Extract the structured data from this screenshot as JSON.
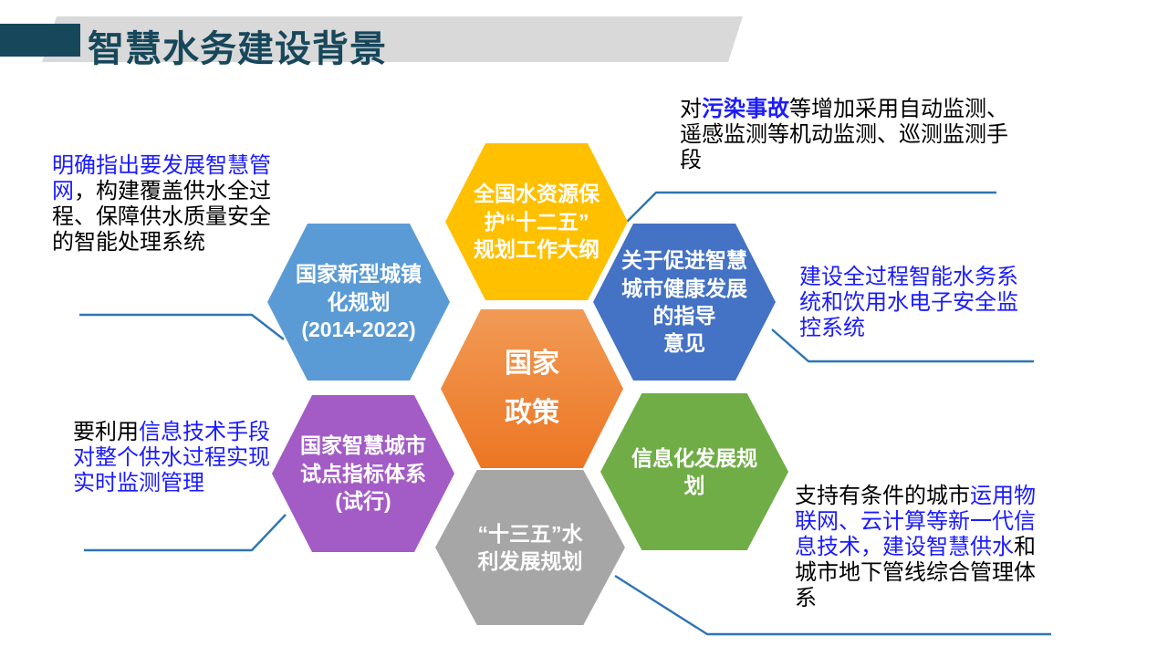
{
  "colors": {
    "blue": "#1B1BFF",
    "callout": "#2E75B6",
    "title_text": "#17475B",
    "banner_gray": "#D9D9D9"
  },
  "header": {
    "title": "智慧水务建设背景",
    "title_style": "color:#17475B",
    "accent_style": "background:#17475B",
    "banner_style": "background:#D9D9D9"
  },
  "hexagons": {
    "top": {
      "lines": [
        "全国水资源保",
        "护“十二五”",
        "规划工作大纲"
      ],
      "style": "background:#FFC000"
    },
    "upper_left": {
      "lines": [
        "国家新型城镇",
        "化规划",
        "(2014-2022)"
      ],
      "style": "background:#5B9BD5"
    },
    "upper_right": {
      "lines": [
        "关于促进智慧",
        "城市健康发展",
        "的指导",
        "意见"
      ],
      "style": "background:#4472C4"
    },
    "center": {
      "lines": [
        "国家",
        "政策"
      ],
      "style": "background:linear-gradient(180deg,#F19A55 0%,#EC7623 100%)"
    },
    "lower_left": {
      "lines": [
        "国家智慧城市",
        "试点指标体系",
        "(试行)"
      ],
      "style": "background:#A35BC6"
    },
    "lower_right": {
      "lines": [
        "信息化发展规",
        "划"
      ],
      "style": "background:#70AD47"
    },
    "bottom": {
      "lines": [
        "“十三五”水",
        "利发展规划"
      ],
      "style": "background:#A6A6A6"
    }
  },
  "annotations": {
    "top_right": {
      "lines": [
        [
          {
            "t": "对"
          },
          {
            "t": "污染事故",
            "c": "blue",
            "b": true
          },
          {
            "t": "等增加采用自动监测、"
          }
        ],
        [
          {
            "t": "遥感监测等机动监测、巡测监测手"
          }
        ],
        [
          {
            "t": "段"
          }
        ]
      ]
    },
    "left": {
      "lines": [
        [
          {
            "t": "明确指出要发展智慧管",
            "c": "blue"
          }
        ],
        [
          {
            "t": "网",
            "c": "blue"
          },
          {
            "t": "，构建覆盖供水全过"
          }
        ],
        [
          {
            "t": "程、保障供水质量安全"
          }
        ],
        [
          {
            "t": "的智能处理系统"
          }
        ]
      ]
    },
    "right": {
      "lines": [
        [
          {
            "t": "建设全过程智能水务系",
            "c": "blue"
          }
        ],
        [
          {
            "t": "统和饮用水电子安全监",
            "c": "blue"
          }
        ],
        [
          {
            "t": "控系统",
            "c": "blue"
          }
        ]
      ]
    },
    "bottom_left": {
      "lines": [
        [
          {
            "t": "要利用"
          },
          {
            "t": "信息技术手段",
            "c": "blue"
          }
        ],
        [
          {
            "t": "对整个供水过程实现",
            "c": "blue"
          }
        ],
        [
          {
            "t": "实时监测管理",
            "c": "blue"
          }
        ]
      ]
    },
    "bottom_right": {
      "lines": [
        [
          {
            "t": "支持有条件的城市"
          },
          {
            "t": "运用物",
            "c": "blue"
          }
        ],
        [
          {
            "t": "联网、云计算等新一代信",
            "c": "blue"
          }
        ],
        [
          {
            "t": "息技术，建设智慧供水",
            "c": "blue"
          },
          {
            "t": "和"
          }
        ],
        [
          {
            "t": "城市地下管线综合管理体"
          }
        ],
        [
          {
            "t": "系"
          }
        ]
      ]
    }
  }
}
